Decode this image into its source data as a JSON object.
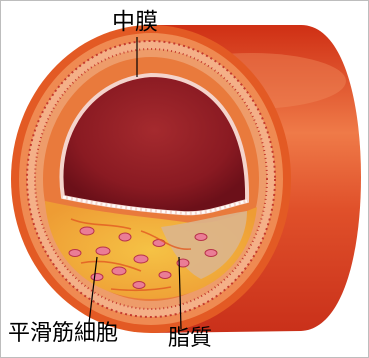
{
  "labels": {
    "media": "中膜",
    "smooth_muscle_cells": "平滑筋細胞",
    "lipid": "脂質"
  },
  "colors": {
    "outer_wall": "#d43a1a",
    "outer_wall_highlight": "#ee7446",
    "adventitia": "#e4561e",
    "media_band": "#f0a27a",
    "intima": "#e6b2a6",
    "lumen": "#8e1c22",
    "plaque_yellow": "#f2c440",
    "plaque_orange": "#e87d28",
    "lipid_tan": "#d9b48a",
    "smooth_muscle_cell": "#ea7d96",
    "leader_line": "#000000"
  }
}
